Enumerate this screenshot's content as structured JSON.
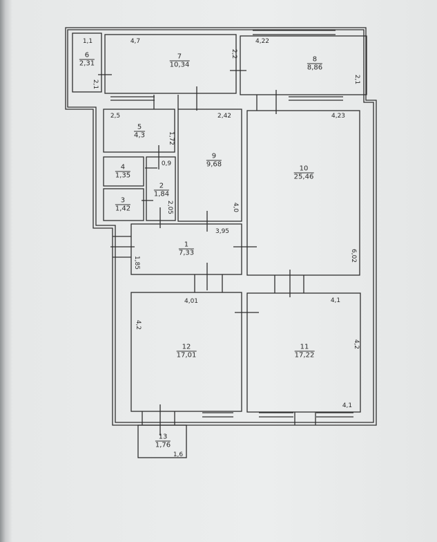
{
  "rooms": [
    {
      "number": "1",
      "area": "7,33",
      "dims": [
        "3,95",
        "1,85"
      ]
    },
    {
      "number": "2",
      "area": "1,84",
      "dims": [
        "0,9",
        "2,05"
      ]
    },
    {
      "number": "3",
      "area": "1,42",
      "dims": []
    },
    {
      "number": "4",
      "area": "1,35",
      "dims": []
    },
    {
      "number": "5",
      "area": "4,3",
      "dims": [
        "2,5",
        "1,72"
      ]
    },
    {
      "number": "6",
      "area": "2,31",
      "dims": [
        "1,1",
        "2,1"
      ]
    },
    {
      "number": "7",
      "area": "10,34",
      "dims": [
        "4,7",
        "2,2"
      ]
    },
    {
      "number": "8",
      "area": "8,86",
      "dims": [
        "4,22",
        "2,1"
      ]
    },
    {
      "number": "9",
      "area": "9,68",
      "dims": [
        "2,42",
        "4,0"
      ]
    },
    {
      "number": "10",
      "area": "25,46",
      "dims": [
        "4,23",
        "6,02"
      ]
    },
    {
      "number": "11",
      "area": "17,22",
      "dims": [
        "4,1",
        "4,2",
        "4,1"
      ]
    },
    {
      "number": "12",
      "area": "17,01",
      "dims": [
        "4,01",
        "4,2"
      ]
    },
    {
      "number": "13",
      "area": "1,76",
      "dims": [
        "1,6"
      ]
    }
  ]
}
